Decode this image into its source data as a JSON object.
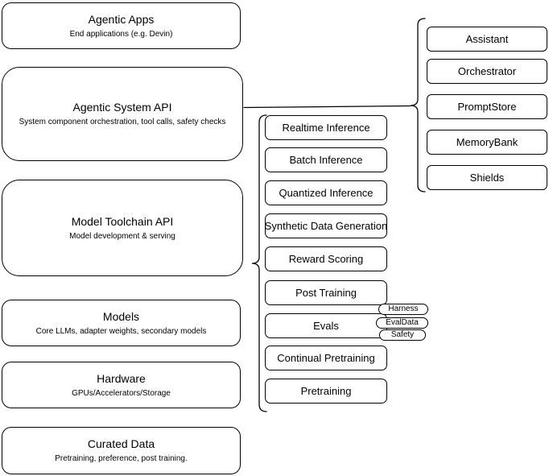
{
  "diagram": {
    "left_stack": [
      {
        "title": "Agentic Apps",
        "subtitle": "End applications (e.g. Devin)"
      },
      {
        "title": "Agentic System API",
        "subtitle": "System component orchestration, tool calls, safety checks"
      },
      {
        "title": "Model Toolchain API",
        "subtitle": "Model development & serving"
      },
      {
        "title": "Models",
        "subtitle": "Core LLMs, adapter weights, secondary models"
      },
      {
        "title": "Hardware",
        "subtitle": "GPUs/Accelerators/Storage"
      },
      {
        "title": "Curated Data",
        "subtitle": "Pretraining, preference, post training."
      }
    ],
    "toolchain_services": [
      "Realtime Inference",
      "Batch Inference",
      "Quantized Inference",
      "Synthetic Data Generation",
      "Reward Scoring",
      "Post Training",
      "Evals",
      "Continual Pretraining",
      "Pretraining"
    ],
    "eval_tags": [
      "Harness",
      "EvalData",
      "Safety"
    ],
    "system_components": [
      "Assistant",
      "Orchestrator",
      "PromptStore",
      "MemoryBank",
      "Shields"
    ],
    "colors": {
      "stroke": "#000000",
      "fill": "#ffffff",
      "text": "#000000",
      "background": "#ffffff"
    }
  }
}
